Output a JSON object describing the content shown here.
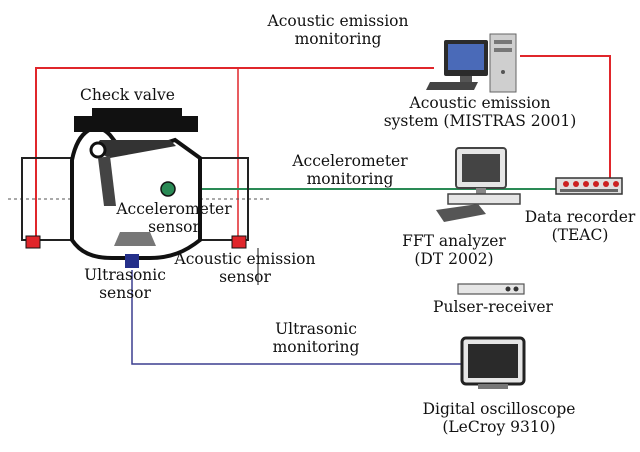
{
  "labels": {
    "ae_monitoring": [
      "Acoustic emission",
      "monitoring"
    ],
    "ae_system": [
      "Acoustic emission",
      "system (MISTRAS 2001)"
    ],
    "check_valve": "Check valve",
    "acc_monitoring": [
      "Accelerometer",
      "monitoring"
    ],
    "acc_sensor": [
      "Accelerometer",
      "sensor"
    ],
    "data_recorder": [
      "Data recorder",
      "(TEAC)"
    ],
    "fft_analyzer": [
      "FFT analyzer",
      "(DT 2002)"
    ],
    "ae_sensor": [
      "Acoustic emission",
      "sensor"
    ],
    "ultrasonic_sensor": [
      "Ultrasonic",
      "sensor"
    ],
    "pulser_receiver": "Pulser-receiver",
    "us_monitoring": [
      "Ultrasonic",
      "monitoring"
    ],
    "oscilloscope": [
      "Digital oscilloscope",
      "(LeCroy 9310)"
    ]
  },
  "colors": {
    "ae_line": "#e0262b",
    "acc_line": "#2a8a55",
    "us_line": "#3c3f8f",
    "sensor_red": "#e0262b",
    "sensor_green": "#2a8a55",
    "sensor_blue": "#25308a"
  },
  "icons": [
    "desktop-computer-icon",
    "fft-analyzer-computer-icon",
    "data-recorder-icon",
    "pulser-receiver-icon",
    "oscilloscope-monitor-icon"
  ]
}
